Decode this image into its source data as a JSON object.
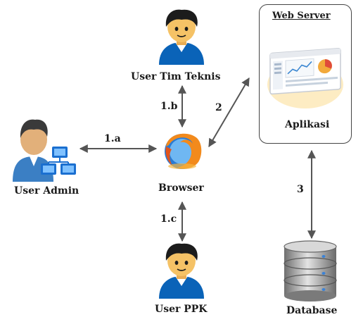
{
  "nodes": {
    "user_tim_teknis": "User Tim Teknis",
    "user_admin": "User Admin",
    "browser": "Browser",
    "user_ppk": "User PPK",
    "web_server": "Web Server",
    "aplikasi": "Aplikasi",
    "database": "Database"
  },
  "edges": {
    "admin_browser": "1.a",
    "tim_browser": "1.b",
    "ppk_browser": "1.c",
    "browser_server": "2",
    "server_database": "3"
  },
  "colors": {
    "line": "#555555",
    "hair": "#1c1c1c",
    "skin": "#f5c266",
    "shirt": "#0a63b8",
    "db_gray": "#9a9a9a"
  }
}
